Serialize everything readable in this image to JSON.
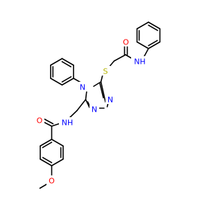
{
  "molecule": {
    "atom_labels": {
      "o_amide_top": "O",
      "nh_top": "NH",
      "s": "S",
      "n4": "N",
      "n2": "N",
      "n1": "N",
      "nh_mid": "NH",
      "o_amide_bottom": "O",
      "o_methoxy": "O"
    },
    "colors": {
      "bond": "#000000",
      "O": "#ff0000",
      "N": "#0000ff",
      "S": "#b3b300"
    }
  }
}
